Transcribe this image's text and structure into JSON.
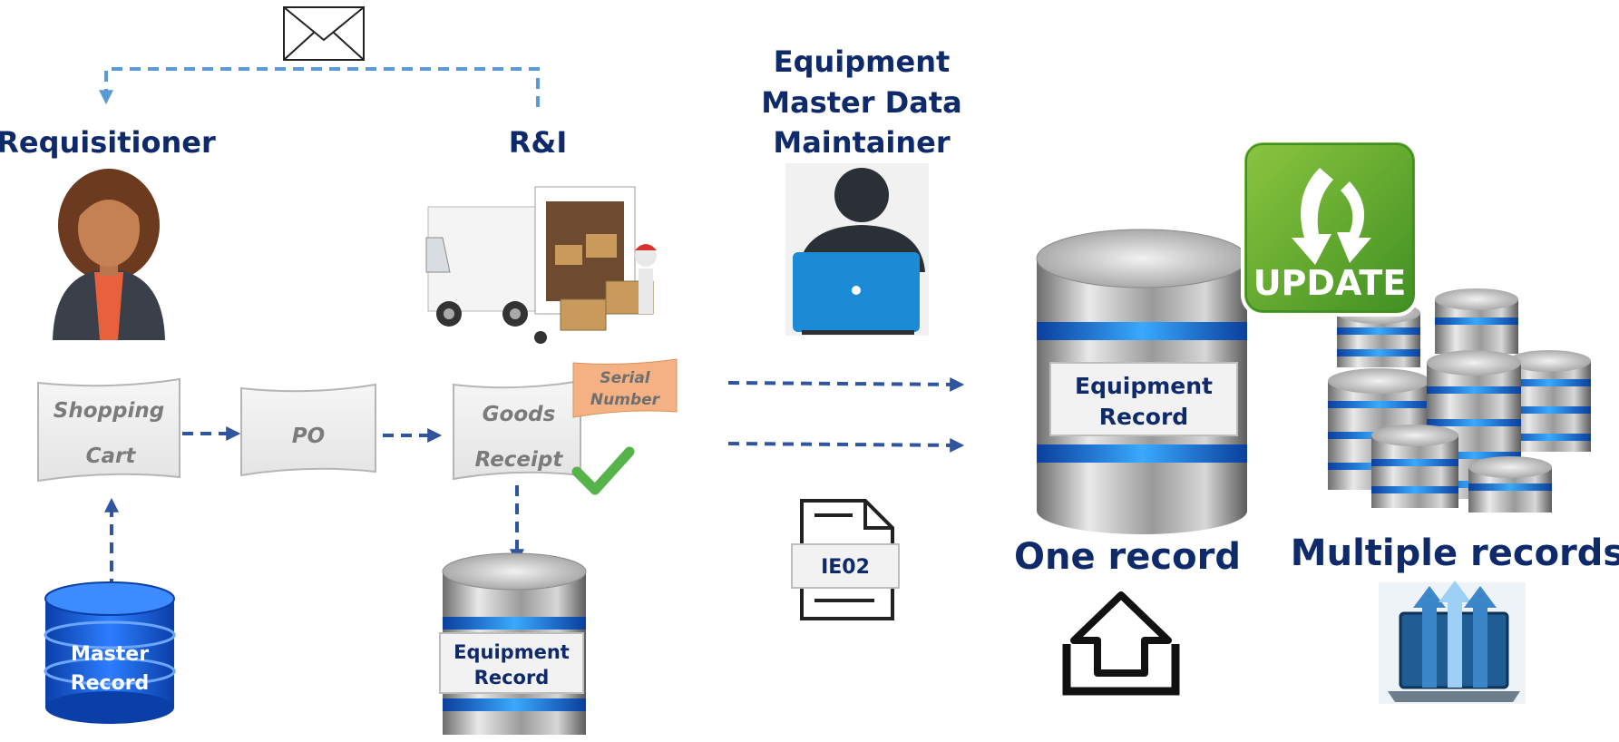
{
  "actors": {
    "requisitioner": "Requisitioner",
    "ri": "R&I",
    "maintainer_line1": "Equipment",
    "maintainer_line2": "Master Data",
    "maintainer_line3": "Maintainer"
  },
  "documents": {
    "shopping_cart_line1": "Shopping",
    "shopping_cart_line2": "Cart",
    "po": "PO",
    "goods_receipt_line1": "Goods",
    "goods_receipt_line2": "Receipt",
    "serial_line1": "Serial",
    "serial_line2": "Number"
  },
  "databases": {
    "master_record_line1": "Master",
    "master_record_line2": "Record",
    "equipment_record_line1": "Equipment",
    "equipment_record_line2": "Record",
    "big_equipment_line1": "Equipment",
    "big_equipment_line2": "Record"
  },
  "transaction": {
    "code": "IE02"
  },
  "update_badge": "UPDATE",
  "outcomes": {
    "one": "One record",
    "multiple": "Multiple records"
  },
  "icons": {
    "mail": "envelope-icon",
    "person": "requisitioner-avatar-icon",
    "truck": "delivery-truck-icon",
    "maintainer": "user-laptop-icon",
    "check": "checkmark-icon",
    "upload": "upload-icon",
    "bulk": "bulk-upload-icon",
    "document": "document-icon"
  },
  "colors": {
    "heading": "#0e2a6b",
    "flow": "#2f54a0",
    "flow_light": "#5b9bd5",
    "serial_tag": "#f4b183",
    "update_green": "#5aa832",
    "db_blue": "#1f6fe0",
    "check_green": "#55b34a"
  }
}
